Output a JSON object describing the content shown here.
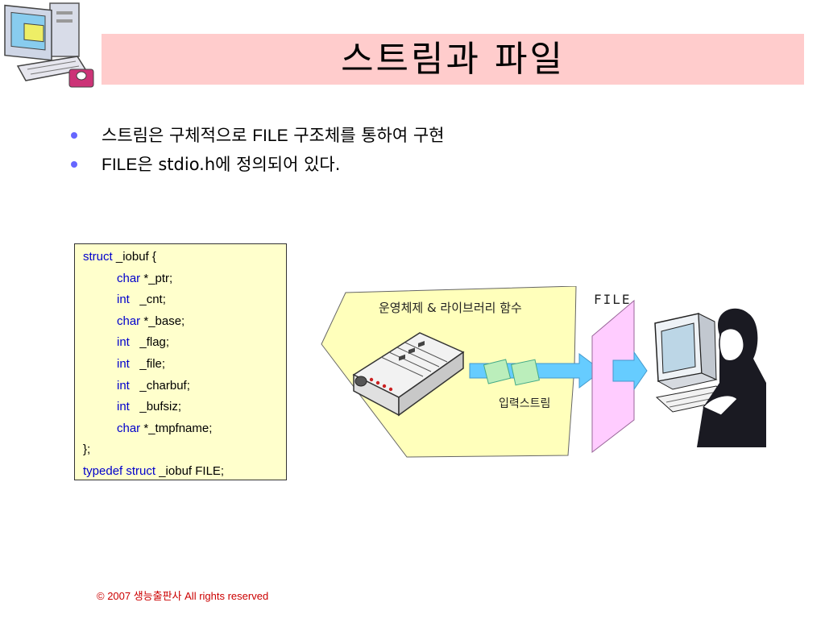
{
  "title": "스트림과 파일",
  "bullets": [
    {
      "prefix": "스트림은 구체적으로 ",
      "emph": "FILE",
      "suffix": " 구조체를 통하여 구현"
    },
    {
      "prefix": "",
      "emph": "FILE",
      "suffix": "은 stdio.h에 정의되어 있다."
    }
  ],
  "code": {
    "l1_kw": "struct",
    "l1_rest": " _iobuf {",
    "l2_kw": "char",
    "l2_rest": " *_ptr;",
    "l3_kw": "int",
    "l3_rest": "   _cnt;",
    "l4_kw": "char",
    "l4_rest": " *_base;",
    "l5_kw": "int",
    "l5_rest": "   _flag;",
    "l6_kw": "int",
    "l6_rest": "   _file;",
    "l7_kw": "int",
    "l7_rest": "   _charbuf;",
    "l8_kw": "int",
    "l8_rest": "   _bufsiz;",
    "l9_kw": "char",
    "l9_rest": " *_tmpfname;",
    "l10": "};",
    "l11_kw": "typedef struct",
    "l11_rest": " _iobuf FILE;"
  },
  "diagram": {
    "os_label": "운영체제 & 라이브러리 함수",
    "stream_label": "입력스트림",
    "file_label": "FILE"
  },
  "footer": "© 2007 생능출판사  All rights reserved",
  "colors": {
    "title_bg": "#ffcccc",
    "code_bg": "#ffffcc",
    "keyword": "#0000cc",
    "bullet": "#6666ff",
    "os_shape": "#ffffbb",
    "file_panel": "#ffccff",
    "arrow": "#66ccff",
    "footer": "#cc0000"
  },
  "icons": [
    "computer-logo-icon",
    "modem-icon",
    "user-at-computer-icon"
  ]
}
